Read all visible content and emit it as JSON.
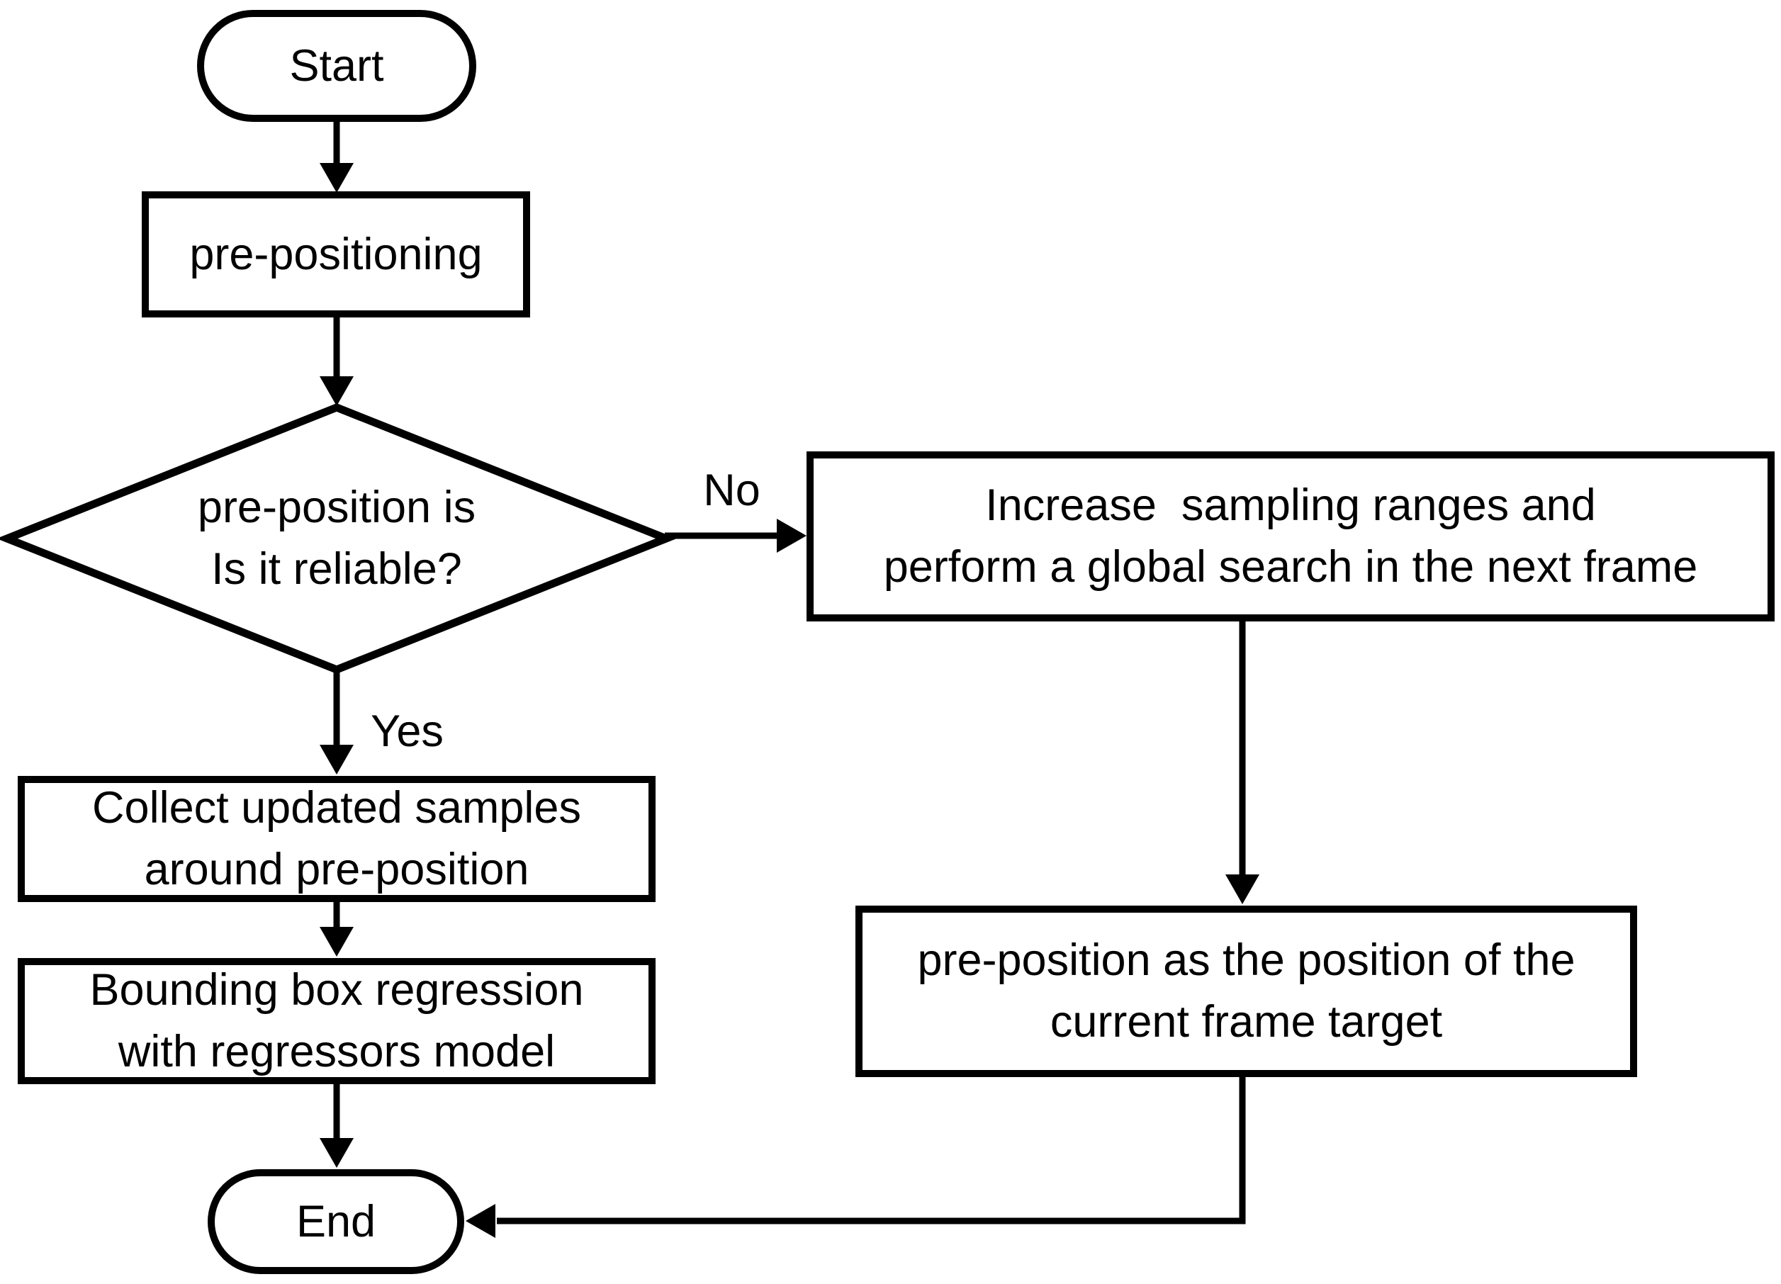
{
  "canvas": {
    "background_color": "#ffffff",
    "stroke_color": "#000000"
  },
  "chart_title": "",
  "nodes": {
    "start": {
      "label": "Start",
      "type": "terminator"
    },
    "pre_positioning": {
      "label": "pre-positioning",
      "type": "process"
    },
    "reliability_decision": {
      "label": "pre-position is\nIs it reliable?",
      "type": "decision"
    },
    "increase_sampling": {
      "label": "Increase  sampling ranges and\nperform a global search in the next frame",
      "type": "process"
    },
    "collect_samples": {
      "label": "Collect updated samples\naround pre-position",
      "type": "process"
    },
    "bounding_box_regression": {
      "label": "Bounding box regression\nwith regressors model",
      "type": "process"
    },
    "pre_position_as_target": {
      "label": "pre-position as the position of the\ncurrent frame target",
      "type": "process"
    },
    "end": {
      "label": "End",
      "type": "terminator"
    }
  },
  "edges": {
    "no_label": "No",
    "yes_label": "Yes"
  }
}
